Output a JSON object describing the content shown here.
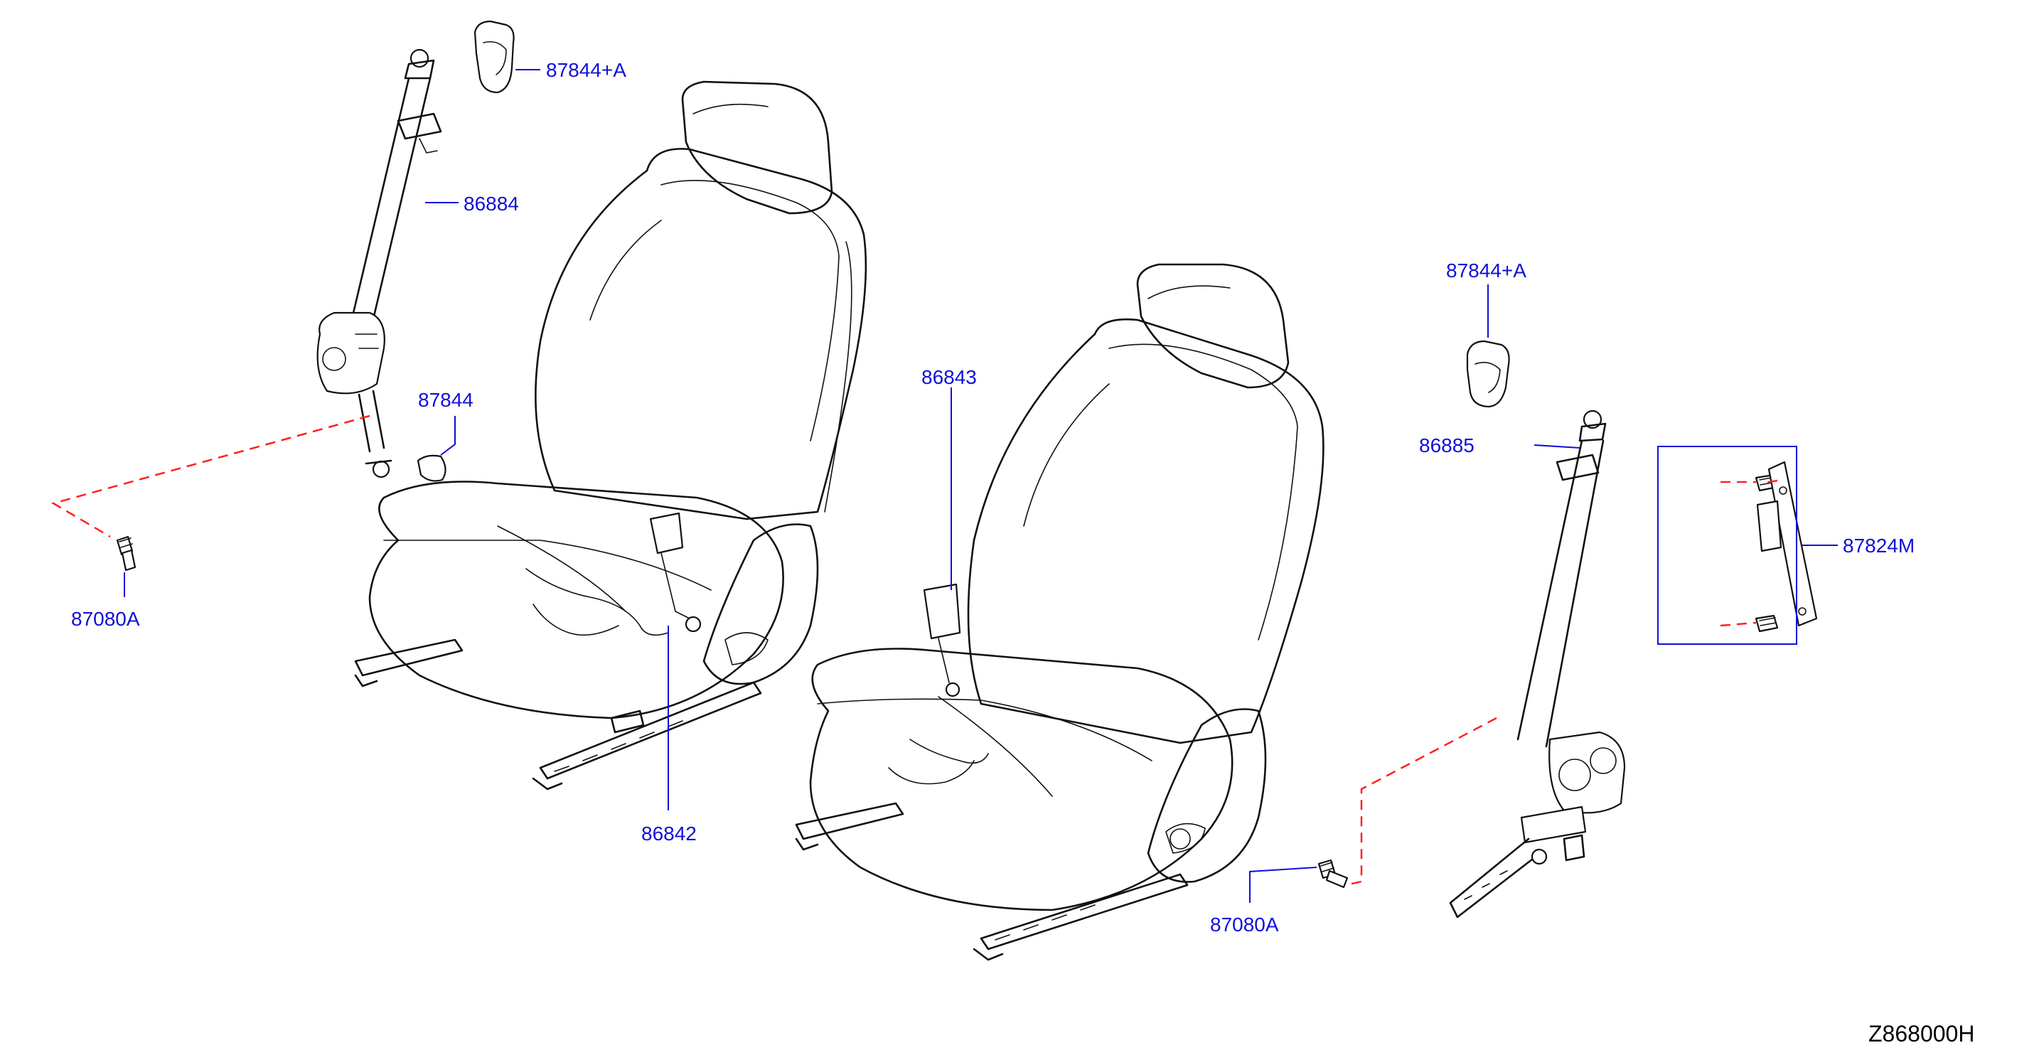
{
  "diagram_code": "Z868000H",
  "callouts": {
    "front_left_upper_guide": "87844+A",
    "left_belt_assembly": "86884",
    "left_lower_cover": "87844",
    "left_anchor_bolt": "87080A",
    "left_buckle": "86842",
    "right_buckle": "86843",
    "right_upper_guide": "87844+A",
    "right_belt_assembly": "86885",
    "height_adjuster": "87824M",
    "right_anchor_bolt": "87080A"
  },
  "colors": {
    "label": "#1010d8",
    "dashed_line": "#ff2020",
    "linework": "#111111"
  }
}
